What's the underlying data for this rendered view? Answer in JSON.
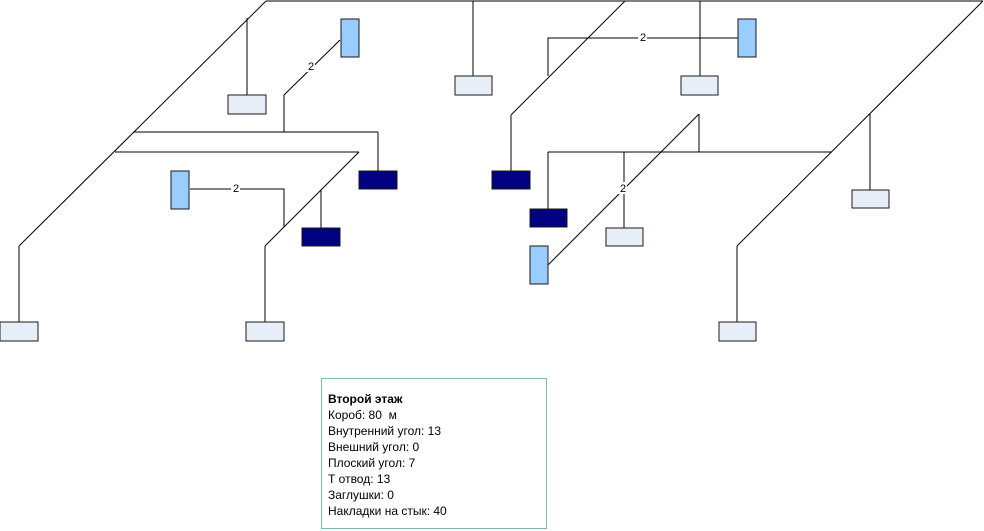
{
  "colors": {
    "box_light": "#e8eef7",
    "box_dark": "#000080",
    "box_blue": "#99ccff",
    "box_stroke": "#1a1a1a",
    "line": "#000000",
    "legend_border": "#7fb8a6"
  },
  "edge_labels": {
    "a": "2",
    "b": "2",
    "c": "2",
    "d": "2"
  },
  "legend": {
    "title": "Второй этаж",
    "rows": [
      "Короб: 80  м",
      "Внутренний угол: 13",
      "Внешний угол: 0",
      "Плоский угол: 7",
      "Т отвод: 13",
      "Заглушки: 0",
      "Накладки на стык: 40"
    ]
  }
}
